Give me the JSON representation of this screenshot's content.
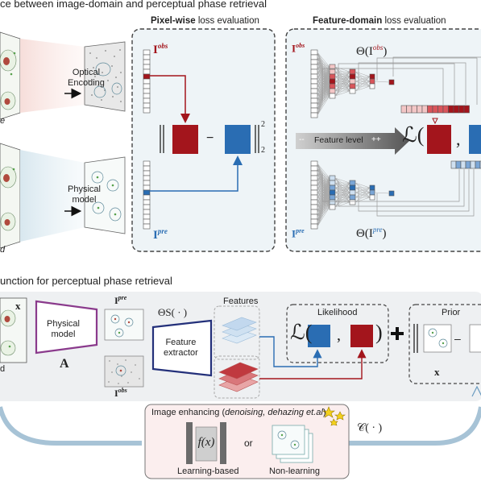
{
  "section_a": {
    "title": "ce between image-domain and perceptual phase retrieval",
    "optical_encoding": "Optical\nEncoding",
    "physical_model": "Physical\nmodel",
    "left_cut_label_top": "e",
    "left_cut_label_bottom": "d"
  },
  "pixel_panel": {
    "title_bold": "Pixel-wise",
    "title_rest": " loss evaluation",
    "I_obs": "I",
    "obs_sup": "obs",
    "I_pre": "I",
    "pre_sup": "pre",
    "norm_sup": "2",
    "norm_sub": "2",
    "minus": "−"
  },
  "feature_panel": {
    "title_bold": "Feature-domain",
    "title_rest": " loss evaluation",
    "I_obs": "I",
    "obs_sup": "obs",
    "I_pre": "I",
    "pre_sup": "pre",
    "theta_obs": "Θ(I",
    "theta_pre": "Θ(I",
    "feature_level": "Feature level",
    "minus_marks": "--",
    "plus_marks": "++",
    "loss": "ℒ(",
    "comma": ","
  },
  "section_b": {
    "title": "unction for perceptual phase retrieval",
    "x_label": "x",
    "cut_label": "d",
    "physical_model": "Physical\nmodel",
    "A_label": "A",
    "I_pre": "I",
    "pre_sup": "pre",
    "I_obs": "I",
    "obs_sup": "obs",
    "theta_s": "ΘS( · )",
    "features": "Features",
    "feature_extractor": "Feature\nextractor",
    "likelihood": "Likelihood",
    "prior": "Prior",
    "loss": "ℒ(",
    "comma": ",",
    "close_paren": ")",
    "x_under_prior": "x"
  },
  "enhance": {
    "title_plain": "Image enhancing (",
    "title_italic": "denoising, dehazing et.al",
    "title_close": ")",
    "fx": "f(x)",
    "or": "or",
    "learning_based": "Learning-based",
    "non_learning": "Non-learning",
    "c_op": "𝒞( · )"
  },
  "colors": {
    "red": "#a3151c",
    "blue": "#2a6db3",
    "panel_bg": "#eef4f7",
    "enhance_bg": "#fbeeee",
    "purple": "#8a3a8c",
    "navy": "#23307a"
  }
}
